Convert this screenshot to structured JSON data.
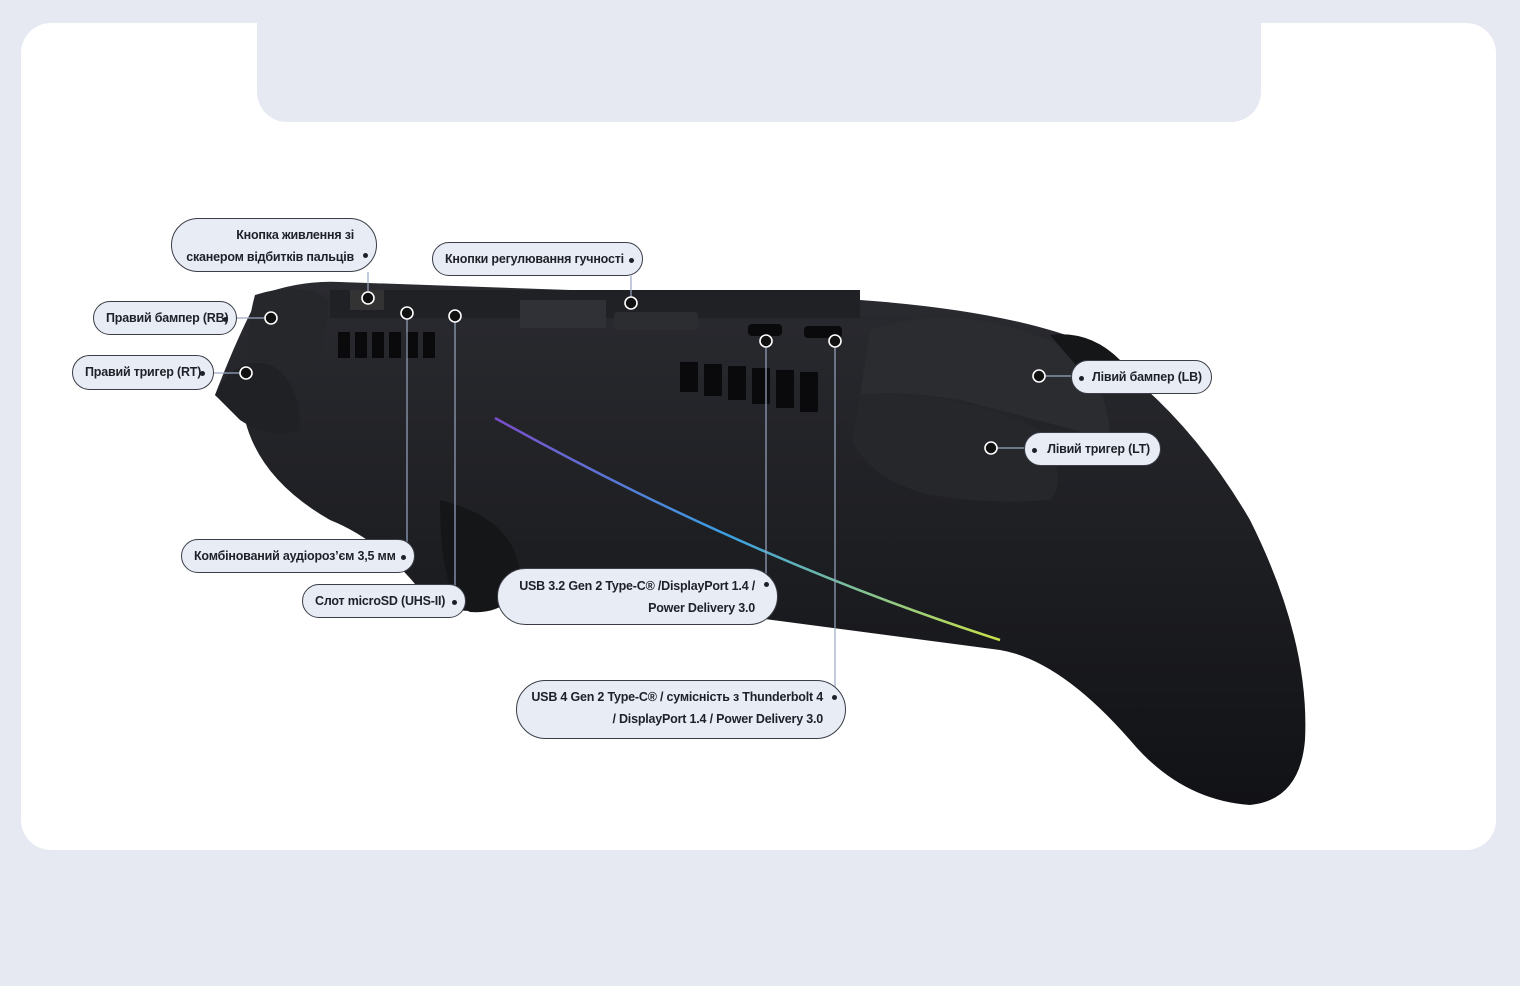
{
  "colors": {
    "background": "#e6e9f2",
    "card": "#ffffff",
    "label_bg": "#e8ecf5",
    "label_border": "#3a3d46",
    "leader_line": "#9aa6c4",
    "device": "#1b1c1f"
  },
  "labels": {
    "power_button": [
      "Кнопка живлення зі",
      "сканером відбитків пальців"
    ],
    "volume_buttons": "Кнопки регулювання гучності",
    "right_bumper": "Правий бампер (RB)",
    "right_trigger": "Правий тригер (RT)",
    "left_bumper": "Лівий бампер (LB)",
    "left_trigger": "Лівий тригер (LT)",
    "audio_jack": "Комбінований аудіороз’єм 3,5 мм",
    "microsd": "Слот microSD (UHS-II)",
    "usb32": [
      "USB 3.2 Gen 2 Type-C® /DisplayPort 1.4 /",
      "Power Delivery 3.0"
    ],
    "usb4": [
      "USB 4 Gen 2 Type-C® / сумісність з Thunderbolt 4",
      "/ DisplayPort 1.4 / Power Delivery 3.0"
    ]
  }
}
